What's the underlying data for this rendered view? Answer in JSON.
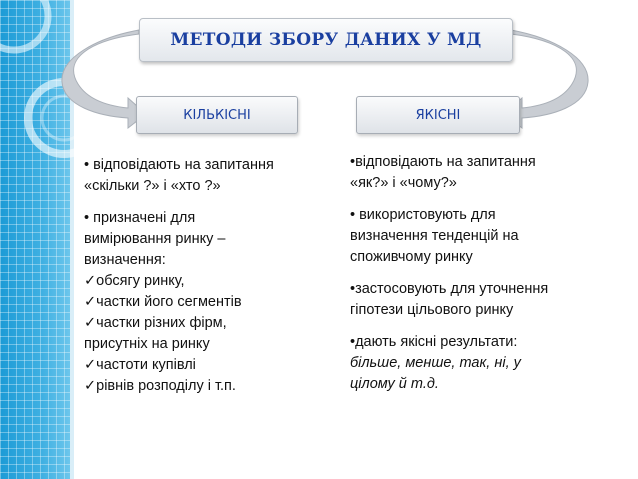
{
  "title": "МЕТОДИ ЗБОРУ ДАНИХ У МД",
  "left": {
    "header": "КІЛЬКІСНІ",
    "paragraphs": [
      {
        "lines": [
          "• відповідають на запитання",
          "«скільки ?» і «хто ?»"
        ]
      },
      {
        "lines": [
          "• призначені для",
          "вимірювання ринку –",
          "визначення:",
          "✓обсягу ринку,",
          "✓частки його сегментів",
          "✓частки різних фірм,",
          "присутніх на ринку",
          "✓частоти купівлі",
          "✓рівнів розподілу і т.п."
        ]
      }
    ]
  },
  "right": {
    "header": "ЯКІСНІ",
    "paragraphs": [
      {
        "lines": [
          "•відповідають на запитання",
          "«як?» і «чому?»"
        ]
      },
      {
        "lines": [
          "• використовують для",
          "визначення тенденцій на",
          "споживчому ринку"
        ]
      },
      {
        "lines": [
          "•застосовують для уточнення",
          "гіпотези цільового ринку"
        ]
      },
      {
        "lines": [
          "•дають якісні результати:"
        ],
        "italic_lines": [
          "більше, менше, так, ні, у",
          "цілому й т.д."
        ]
      }
    ]
  },
  "colors": {
    "title_text": "#1a3fa0",
    "accent_band": "#1d9bd6",
    "arrow": "#c8ccd2"
  }
}
